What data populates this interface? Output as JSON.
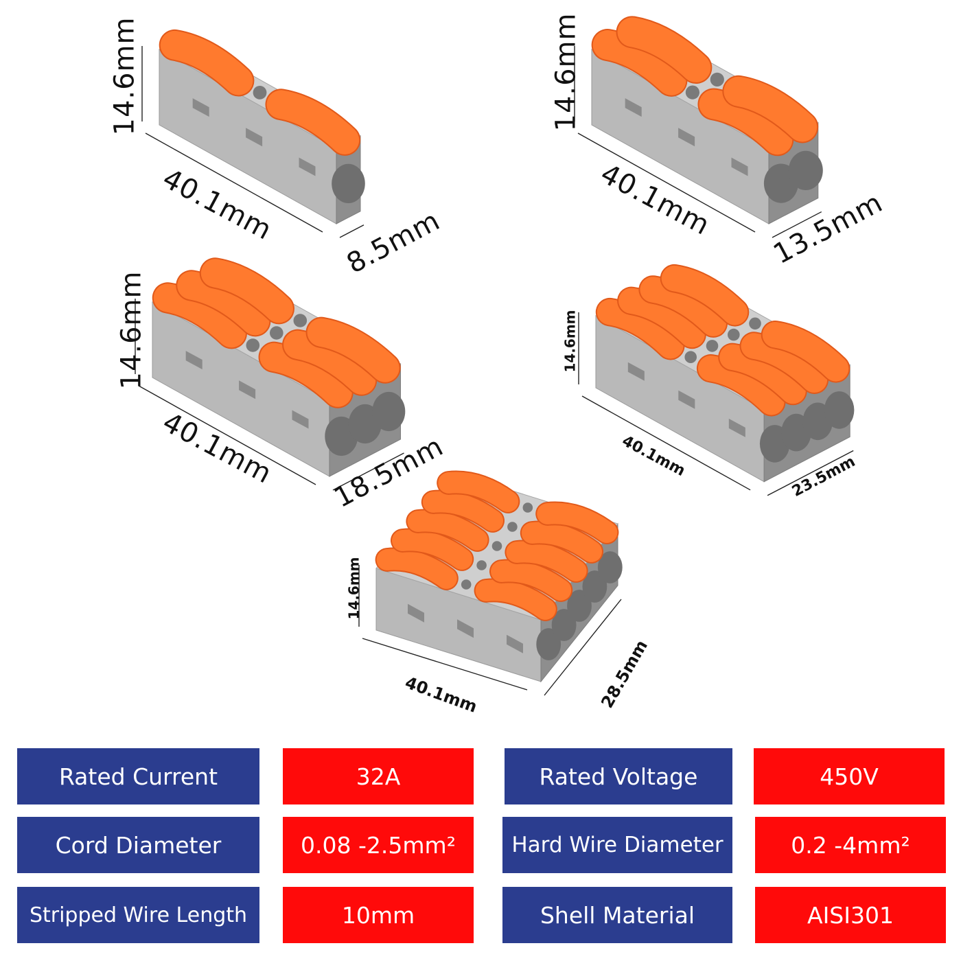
{
  "colors": {
    "housing": "#b9b9b9",
    "housing_top": "#cfcfcf",
    "housing_dark": "#8e8e8e",
    "lever": "#ff7a2e",
    "lever_dark": "#e1591a",
    "label_bg": "#2b3d8f",
    "value_bg": "#ff0a0a"
  },
  "connectors": [
    {
      "poles": 1,
      "height_label": "14.6mm",
      "length_label": "40.1mm",
      "width_label": "8.5mm"
    },
    {
      "poles": 2,
      "height_label": "14.6mm",
      "length_label": "40.1mm",
      "width_label": "13.5mm"
    },
    {
      "poles": 3,
      "height_label": "14.6mm",
      "length_label": "40.1mm",
      "width_label": "18.5mm"
    },
    {
      "poles": 4,
      "height_label": "14.6mm",
      "length_label": "40.1mm",
      "width_label": "23.5mm"
    },
    {
      "poles": 5,
      "height_label": "14.6mm",
      "length_label": "40.1mm",
      "width_label": "28.5mm"
    }
  ],
  "specs": [
    {
      "label": "Rated Current",
      "value": "32A"
    },
    {
      "label": "Rated Voltage",
      "value": "450V"
    },
    {
      "label": "Cord Diameter",
      "value": "0.08 -2.5mm²"
    },
    {
      "label": "Hard Wire Diameter",
      "value": "0.2 -4mm²"
    },
    {
      "label": "Stripped Wire Length",
      "value": "10mm"
    },
    {
      "label": "Shell Material",
      "value": "AISI301"
    }
  ]
}
